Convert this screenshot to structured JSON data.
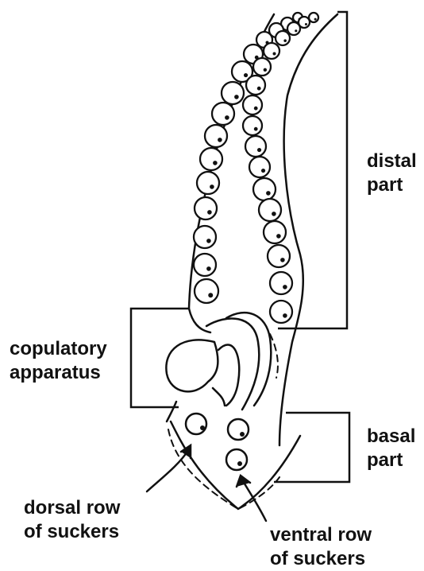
{
  "labels": {
    "distal": [
      "distal",
      "part"
    ],
    "copulatory": [
      "copulatory",
      "apparatus"
    ],
    "basal": [
      "basal",
      "part"
    ],
    "dorsal": [
      "dorsal row",
      "of suckers"
    ],
    "ventral": [
      "ventral row",
      "of suckers"
    ]
  },
  "colors": {
    "ink": "#111111",
    "background": "#ffffff"
  }
}
